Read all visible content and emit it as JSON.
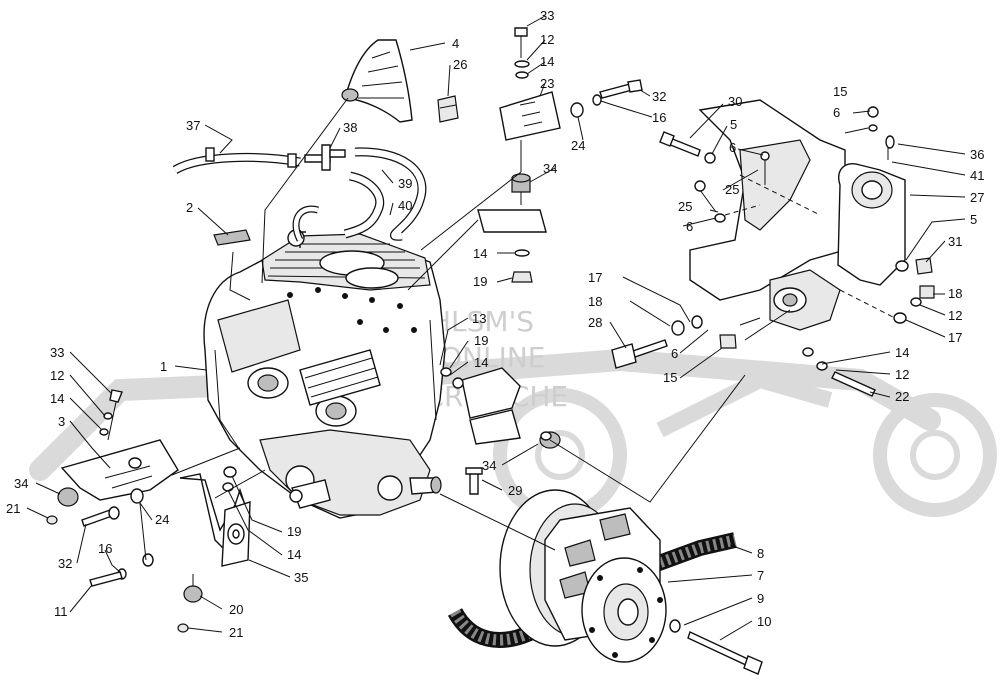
{
  "watermark": {
    "line1": "HLSM'S",
    "line2": "ONLINE",
    "line3": "MICROFICHE",
    "color": "#c9c9c9"
  },
  "callouts": [
    {
      "id": "c33a",
      "text": "33"
    },
    {
      "id": "c12a",
      "text": "12"
    },
    {
      "id": "c14a",
      "text": "14"
    },
    {
      "id": "c23",
      "text": "23"
    },
    {
      "id": "c32a",
      "text": "32"
    },
    {
      "id": "c16a",
      "text": "16"
    },
    {
      "id": "c24a",
      "text": "24"
    },
    {
      "id": "c34a",
      "text": "34"
    },
    {
      "id": "c14b",
      "text": "14"
    },
    {
      "id": "c19a",
      "text": "19"
    },
    {
      "id": "c4",
      "text": "4"
    },
    {
      "id": "c26",
      "text": "26"
    },
    {
      "id": "c37",
      "text": "37"
    },
    {
      "id": "c38",
      "text": "38"
    },
    {
      "id": "c39",
      "text": "39"
    },
    {
      "id": "c40",
      "text": "40"
    },
    {
      "id": "c2",
      "text": "2"
    },
    {
      "id": "c30",
      "text": "30"
    },
    {
      "id": "c5a",
      "text": "5"
    },
    {
      "id": "c6a",
      "text": "6"
    },
    {
      "id": "c15a",
      "text": "15"
    },
    {
      "id": "c6b",
      "text": "6"
    },
    {
      "id": "c36",
      "text": "36"
    },
    {
      "id": "c41",
      "text": "41"
    },
    {
      "id": "c27",
      "text": "27"
    },
    {
      "id": "c25a",
      "text": "25"
    },
    {
      "id": "c25b",
      "text": "25"
    },
    {
      "id": "c6c",
      "text": "6"
    },
    {
      "id": "c5b",
      "text": "5"
    },
    {
      "id": "c31",
      "text": "31"
    },
    {
      "id": "c17a",
      "text": "17"
    },
    {
      "id": "c18a",
      "text": "18"
    },
    {
      "id": "c28",
      "text": "28"
    },
    {
      "id": "c6d",
      "text": "6"
    },
    {
      "id": "c15b",
      "text": "15"
    },
    {
      "id": "c18b",
      "text": "18"
    },
    {
      "id": "c12b",
      "text": "12"
    },
    {
      "id": "c17b",
      "text": "17"
    },
    {
      "id": "c14c",
      "text": "14"
    },
    {
      "id": "c12c",
      "text": "12"
    },
    {
      "id": "c22",
      "text": "22"
    },
    {
      "id": "c13",
      "text": "13"
    },
    {
      "id": "c19b",
      "text": "19"
    },
    {
      "id": "c14d",
      "text": "14"
    },
    {
      "id": "c1",
      "text": "1"
    },
    {
      "id": "c33b",
      "text": "33"
    },
    {
      "id": "c12d",
      "text": "12"
    },
    {
      "id": "c14e",
      "text": "14"
    },
    {
      "id": "c3",
      "text": "3"
    },
    {
      "id": "c34b",
      "text": "34"
    },
    {
      "id": "c21a",
      "text": "21"
    },
    {
      "id": "c32b",
      "text": "32"
    },
    {
      "id": "c16b",
      "text": "16"
    },
    {
      "id": "c24b",
      "text": "24"
    },
    {
      "id": "c11",
      "text": "11"
    },
    {
      "id": "c19c",
      "text": "19"
    },
    {
      "id": "c14f",
      "text": "14"
    },
    {
      "id": "c35",
      "text": "35"
    },
    {
      "id": "c20",
      "text": "20"
    },
    {
      "id": "c21b",
      "text": "21"
    },
    {
      "id": "c34c",
      "text": "34"
    },
    {
      "id": "c29",
      "text": "29"
    },
    {
      "id": "c8",
      "text": "8"
    },
    {
      "id": "c7",
      "text": "7"
    },
    {
      "id": "c9",
      "text": "9"
    },
    {
      "id": "c10",
      "text": "10"
    }
  ]
}
